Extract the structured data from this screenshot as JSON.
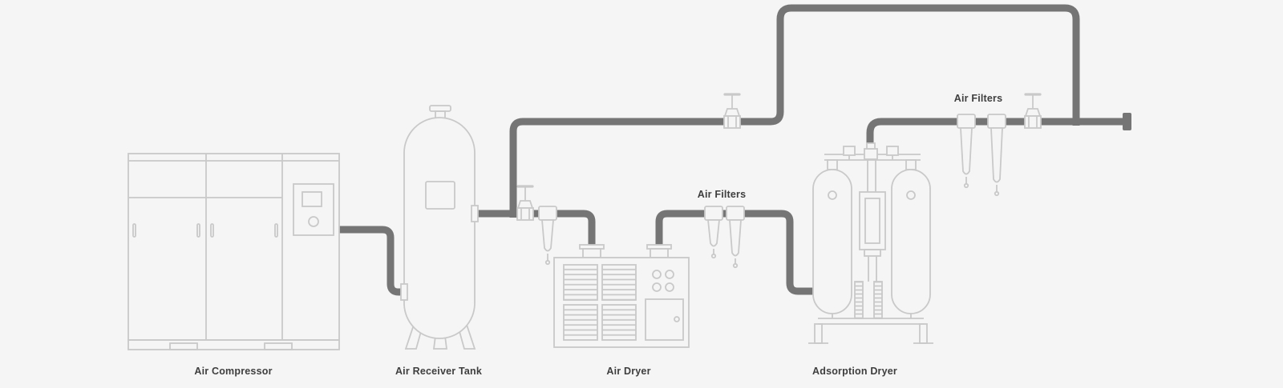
{
  "diagram": {
    "type": "compressed-air-system-process-flow",
    "components": {
      "air_compressor": {
        "label": "Air Compressor"
      },
      "air_receiver_tank": {
        "label": "Air Receiver Tank"
      },
      "air_dryer": {
        "label": "Air Dryer"
      },
      "adsorption_dryer": {
        "label": "Adsorption Dryer"
      },
      "air_filters_mid": {
        "label": "Air Filters"
      },
      "air_filters_outlet": {
        "label": "Air Filters"
      }
    },
    "icons": {
      "valve-icon": "gate valve with handwheel (line drawing)",
      "filter-icon": "inline filter housing with drain leg (line drawing)"
    },
    "colors": {
      "background": "#f5f5f5",
      "pipe": "#757575",
      "equipment_stroke": "#c9c9c9",
      "label_text": "#3e3e3e"
    }
  }
}
